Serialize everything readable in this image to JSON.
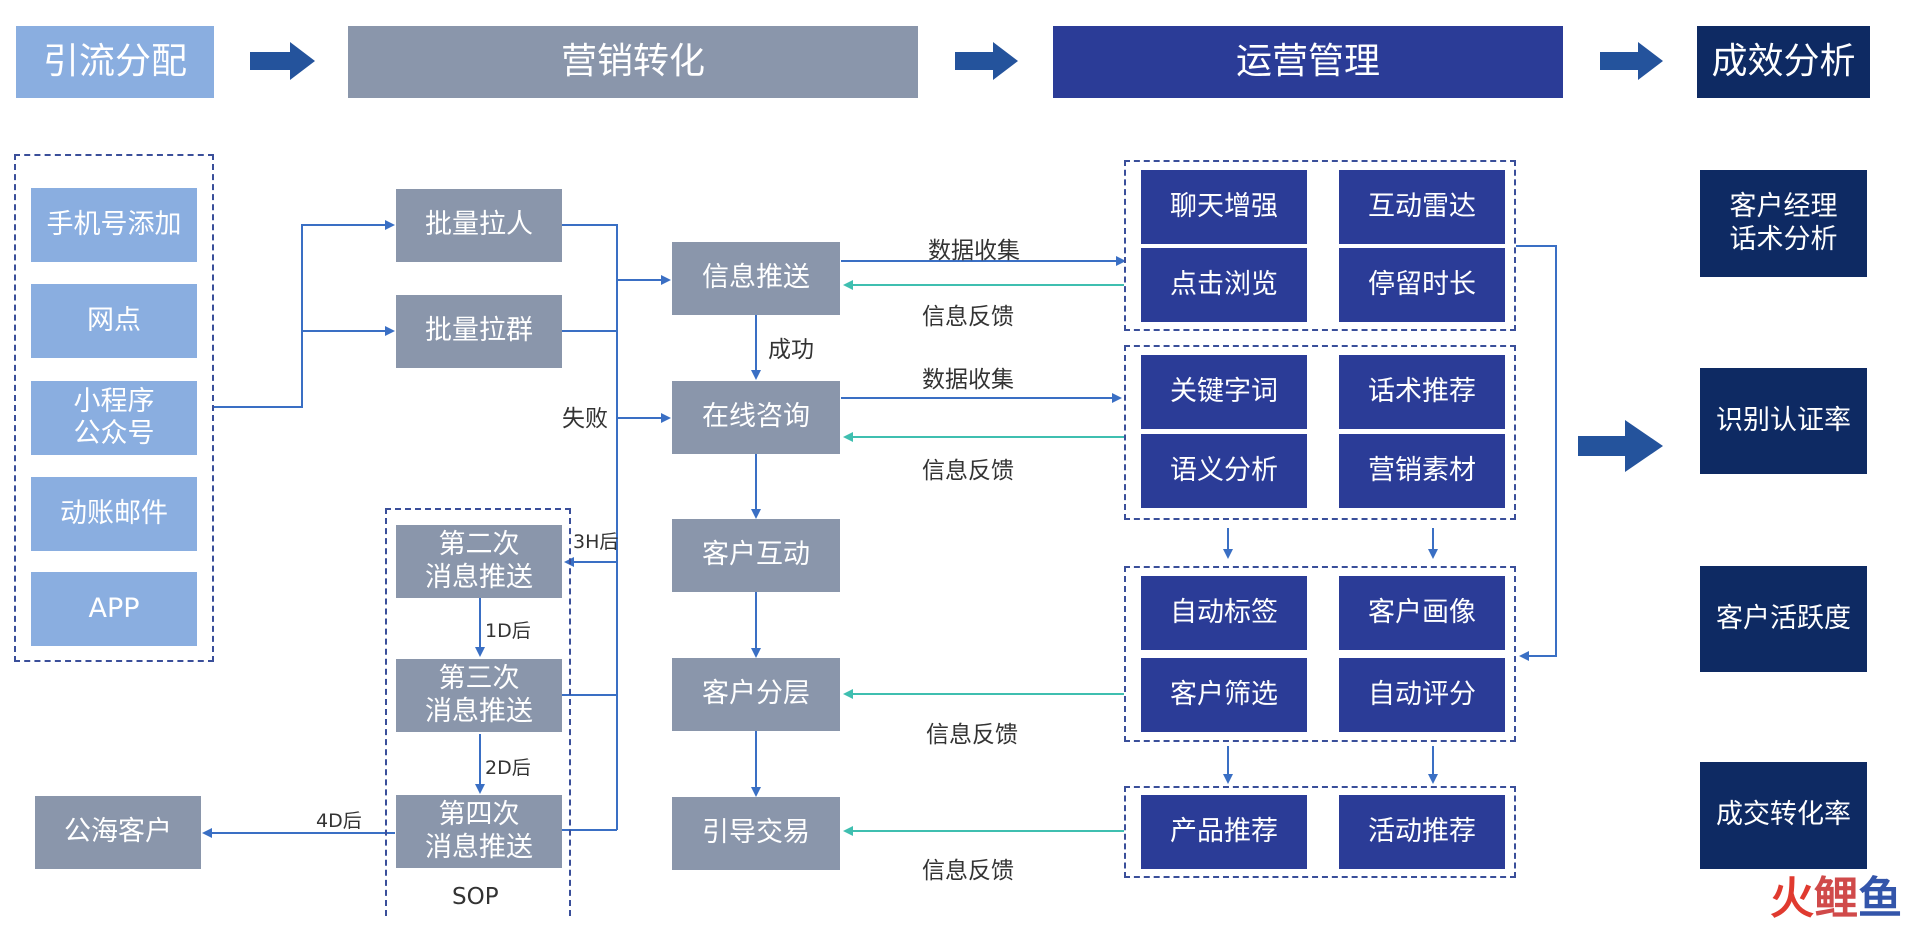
{
  "stages": {
    "s1": "引流分配",
    "s2": "营销转化",
    "s3": "运营管理",
    "s4": "成效分析"
  },
  "sources": {
    "phone": "手机号添加",
    "branch": "网点",
    "miniapp": "小程序\n公众号",
    "mail": "动账邮件",
    "app": "APP"
  },
  "pull": {
    "person": "批量拉人",
    "group": "批量拉群"
  },
  "sop": {
    "second": "第二次\n消息推送",
    "third": "第三次\n消息推送",
    "fourth": "第四次\n消息推送",
    "label": "SOP"
  },
  "public_customer": "公海客户",
  "flow": {
    "push": "信息推送",
    "consult": "在线咨询",
    "interact": "客户互动",
    "layer": "客户分层",
    "deal": "引导交易"
  },
  "ops": {
    "chat": "聊天增强",
    "radar": "互动雷达",
    "browse": "点击浏览",
    "stay": "停留时长",
    "keyword": "关键字词",
    "script_rec": "话术推荐",
    "semantic": "语义分析",
    "material": "营销素材",
    "auto_tag": "自动标签",
    "portrait": "客户画像",
    "filter": "客户筛选",
    "score": "自动评分",
    "product": "产品推荐",
    "activity": "活动推荐"
  },
  "results": {
    "manager": "客户经理\n话术分析",
    "auth": "识别认证率",
    "active": "客户活跃度",
    "conversion": "成交转化率"
  },
  "labels": {
    "data_collect_1": "数据收集",
    "feedback_1": "信息反馈",
    "success": "成功",
    "data_collect_2": "数据收集",
    "feedback_2": "信息反馈",
    "fail": "失败",
    "after_3h": "3H后",
    "after_1d": "1D后",
    "after_2d": "2D后",
    "after_4d": "4D后",
    "feedback_3": "信息反馈",
    "feedback_4": "信息反馈"
  },
  "watermark": {
    "char1": "火",
    "char2": "鲤",
    "char3": "鱼"
  },
  "colors": {
    "light_blue": "#8aaee0",
    "gray": "#8a96ab",
    "navy": "#2b3c97",
    "dark_navy": "#0e2a63",
    "arrow_blue": "#3a6fc4",
    "arrow_teal": "#3fbfb0"
  },
  "icons": [
    "right-arrow-icon"
  ]
}
